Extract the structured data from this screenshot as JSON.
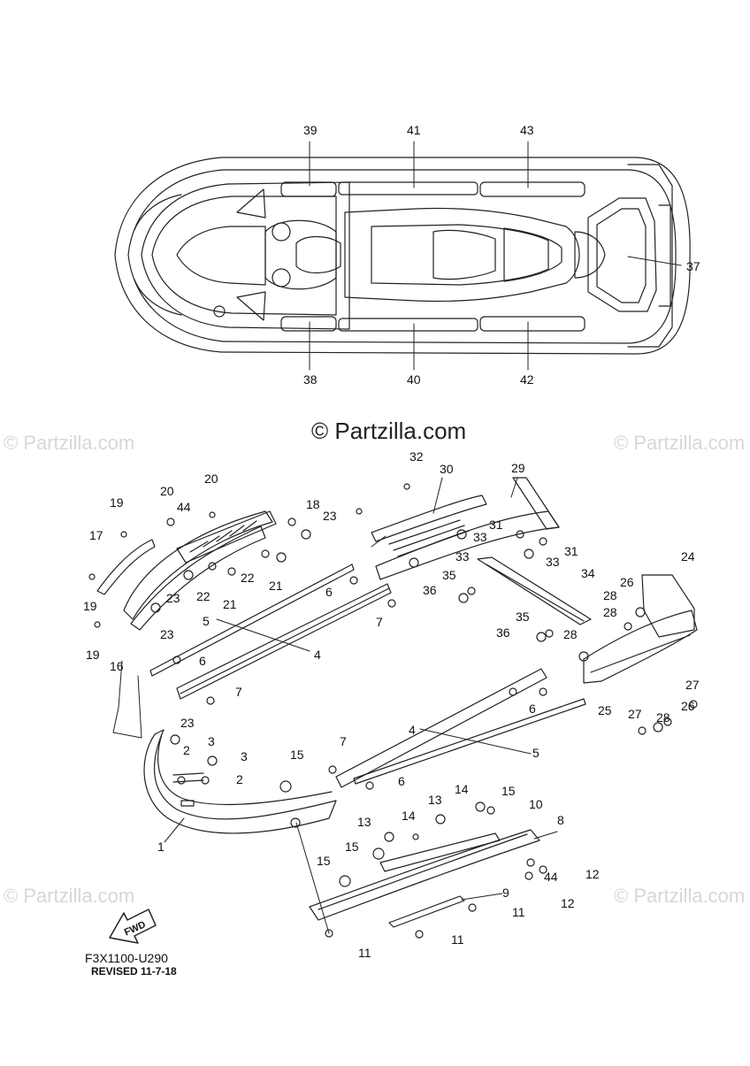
{
  "watermarks": {
    "main": "© Partzilla.com",
    "faint": "© Partzilla.com"
  },
  "footer": {
    "diagram_code": "F3X1100-U290",
    "revised": "REVISED 11-7-18",
    "fwd_label": "FWD"
  },
  "callouts_top": [
    "39",
    "41",
    "43",
    "37",
    "38",
    "40",
    "42"
  ],
  "callouts_parts": [
    "32",
    "30",
    "29",
    "20",
    "20",
    "44",
    "19",
    "18",
    "23",
    "17",
    "31",
    "33",
    "31",
    "33",
    "33",
    "24",
    "19",
    "23",
    "22",
    "21",
    "22",
    "21",
    "6",
    "5",
    "4",
    "7",
    "35",
    "34",
    "36",
    "26",
    "28",
    "28",
    "35",
    "36",
    "28",
    "19",
    "16",
    "23",
    "6",
    "7",
    "27",
    "25",
    "27",
    "28",
    "26",
    "23",
    "3",
    "2",
    "3",
    "2",
    "15",
    "7",
    "4",
    "6",
    "5",
    "6",
    "1",
    "14",
    "15",
    "10",
    "13",
    "14",
    "13",
    "8",
    "15",
    "44",
    "12",
    "12",
    "15",
    "9",
    "11",
    "11",
    "11"
  ]
}
